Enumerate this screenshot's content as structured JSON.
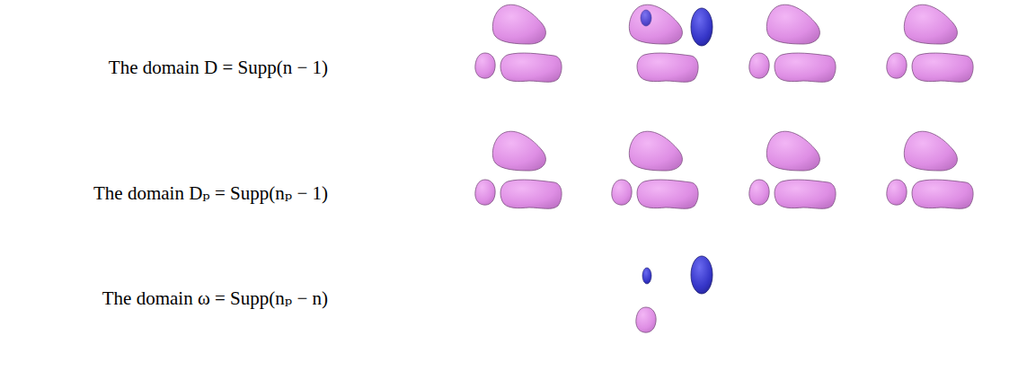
{
  "diagram": {
    "labels": [
      "The domain D = Supp(n − 1)",
      "The domain Dₚ = Supp(nₚ − 1)",
      "The domain ω = Supp(nₚ − n)"
    ]
  }
}
